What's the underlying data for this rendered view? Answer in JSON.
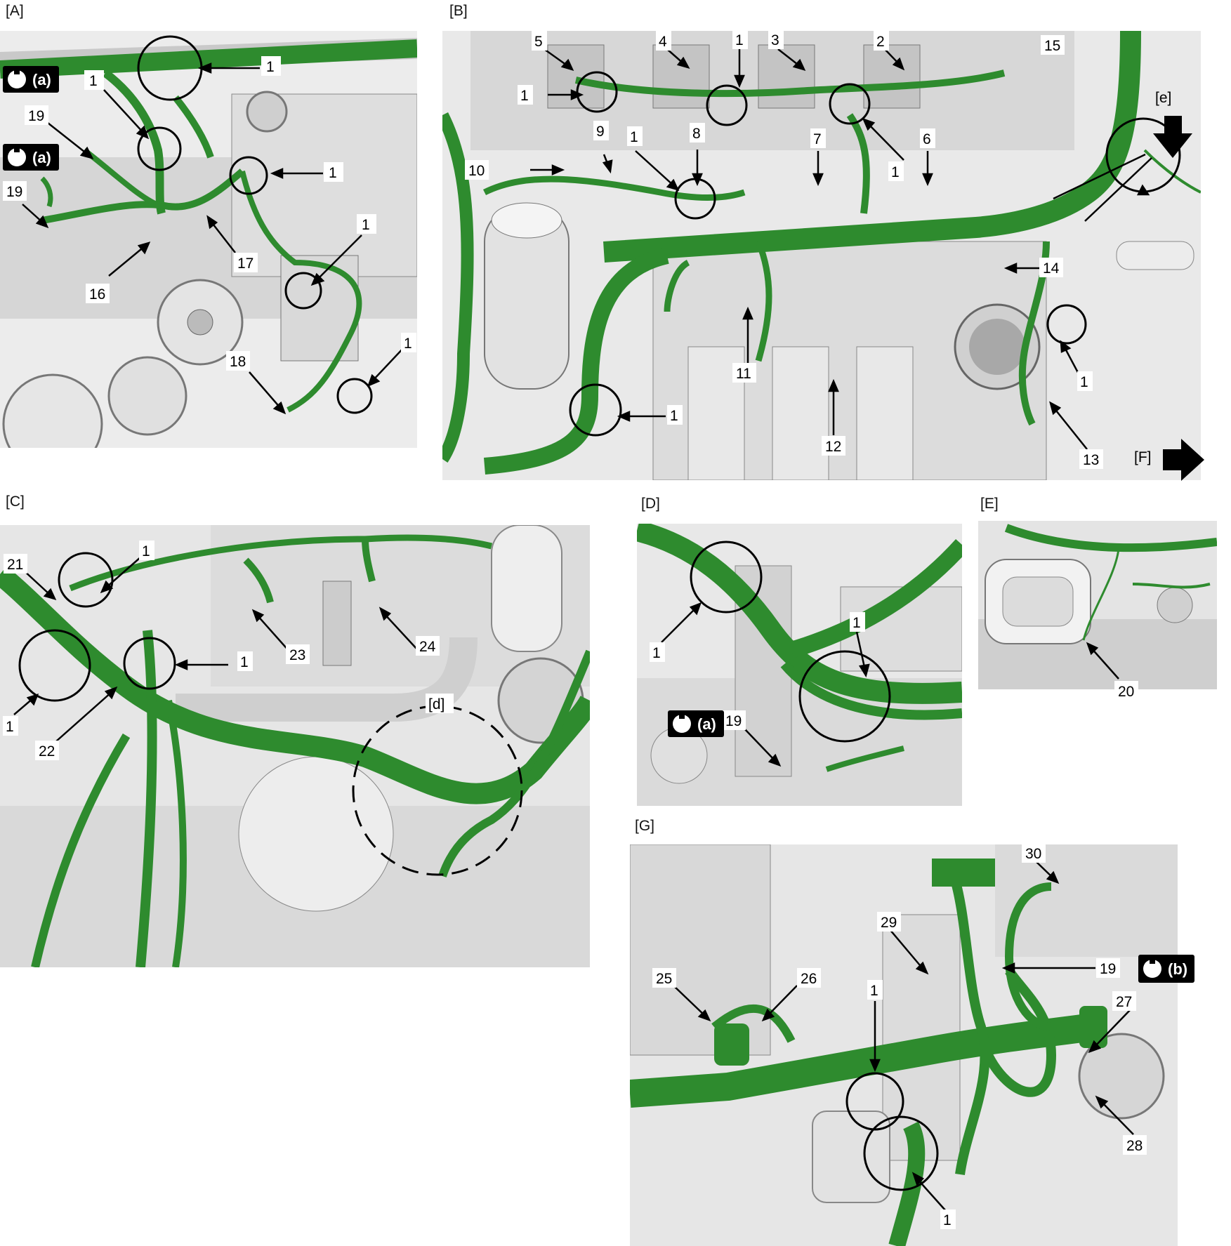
{
  "panels": {
    "A": {
      "label": "[A]",
      "callouts": [
        "1",
        "1",
        "19",
        "19",
        "1",
        "1",
        "1",
        "16",
        "17",
        "18"
      ],
      "tool": "(a)"
    },
    "B": {
      "label": "[B]",
      "callouts": [
        "5",
        "4",
        "1",
        "3",
        "2",
        "15",
        "1",
        "9",
        "1",
        "8",
        "7",
        "6",
        "1",
        "10",
        "14",
        "1",
        "11",
        "1",
        "12",
        "13"
      ],
      "direction_labels": [
        "[e]",
        "[F]"
      ]
    },
    "C": {
      "label": "[C]",
      "callouts": [
        "21",
        "1",
        "1",
        "23",
        "24",
        "1",
        "22"
      ],
      "detail_label": "[d]"
    },
    "D": {
      "label": "[D]",
      "callouts": [
        "1",
        "1",
        "19"
      ],
      "tool": "(a)"
    },
    "E": {
      "label": "[E]",
      "callouts": [
        "20"
      ]
    },
    "G": {
      "label": "[G]",
      "callouts": [
        "30",
        "29",
        "25",
        "26",
        "1",
        "19",
        "27",
        "28",
        "1"
      ],
      "tool": "(b)"
    }
  },
  "tools": {
    "a": "(a)",
    "b": "(b)"
  },
  "colors": {
    "harness": "#2e8b2e",
    "harness_dark": "#1f6e1f",
    "engine_light": "#ececec",
    "engine_mid": "#d0d0d0",
    "engine_dark": "#9a9a9a",
    "badge": "#000000"
  },
  "icons": [
    "wrench-icon",
    "arrow-down-icon",
    "arrow-right-icon",
    "detail-circle-icon"
  ]
}
